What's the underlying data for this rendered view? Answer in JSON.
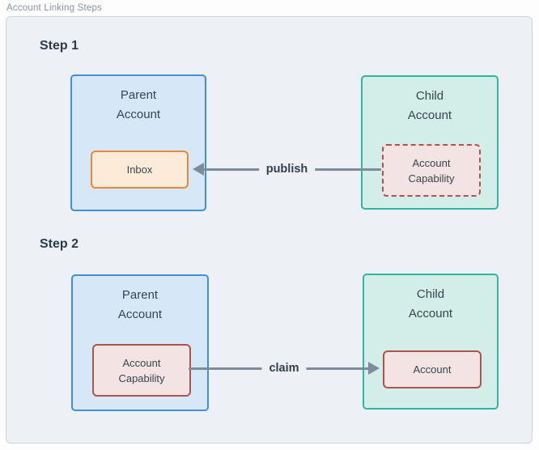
{
  "title": "Account Linking Steps",
  "colors": {
    "canvas_bg": "#EDF1F5",
    "canvas_border": "#C9D2DA",
    "parent_fill": "#D6E7F8",
    "parent_border": "#3F8FD9",
    "child_fill": "#D3EEE9",
    "child_border": "#2FB5A0",
    "inbox_fill": "#FCEBD9",
    "inbox_border": "#E8883C",
    "capability_fill": "#F3E3E3",
    "capability_border": "#B0534D",
    "arrow": "#7E8B98",
    "title_text": "#8793A0",
    "node_text": "#36454F"
  },
  "steps": [
    {
      "label": "Step 1",
      "parent": {
        "title": "Parent\nAccount",
        "box": {
          "label": "Inbox"
        }
      },
      "child": {
        "title": "Child\nAccount",
        "box": {
          "label": "Account\nCapability"
        }
      },
      "arrow": {
        "label": "publish",
        "direction": "left"
      }
    },
    {
      "label": "Step 2",
      "parent": {
        "title": "Parent\nAccount",
        "box": {
          "label": "Account\nCapability"
        }
      },
      "child": {
        "title": "Child\nAccount",
        "box": {
          "label": "Account"
        }
      },
      "arrow": {
        "label": "claim",
        "direction": "right"
      }
    }
  ]
}
